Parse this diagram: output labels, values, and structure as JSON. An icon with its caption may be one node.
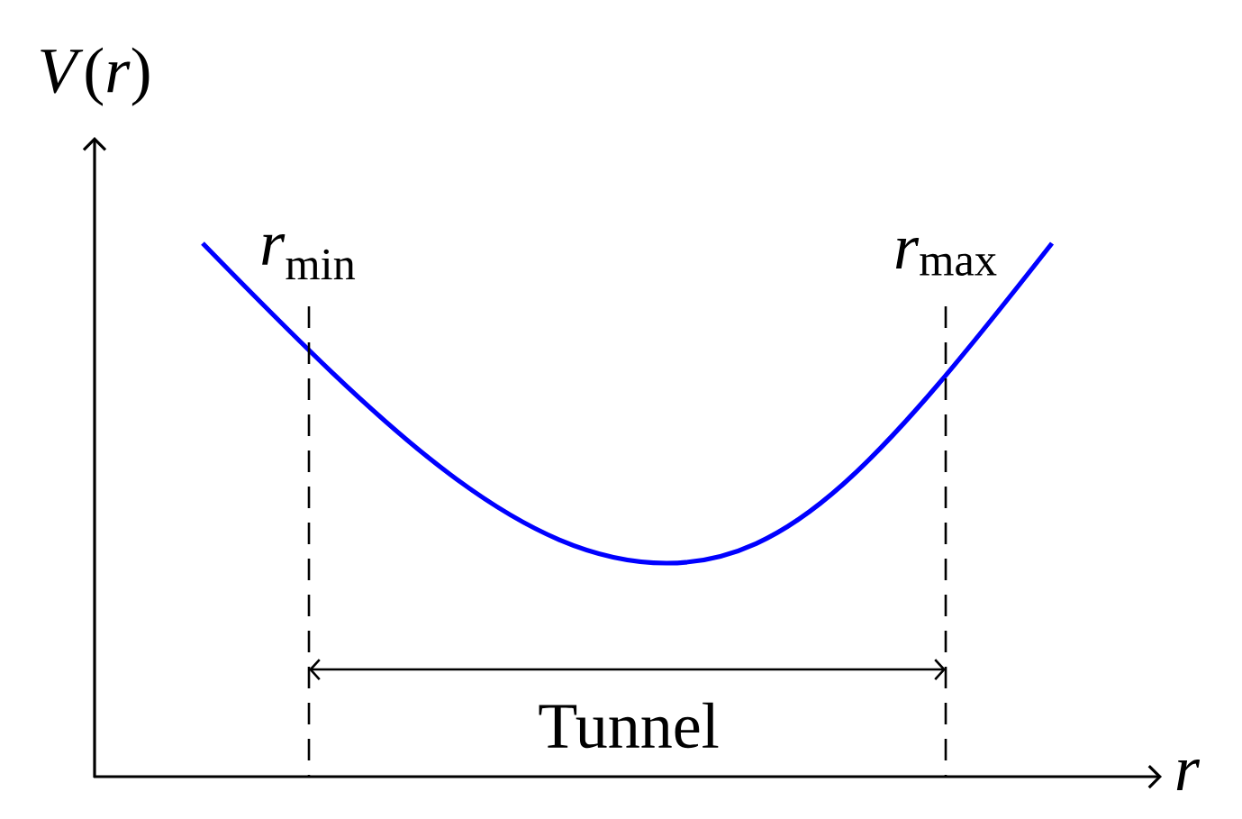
{
  "diagram": {
    "labels": [
      "*V*(*r*)",
      "*r*",
      "*r*$_{min}$",
      "*r*$_{max}$",
      "Tunnel"
    ]
  }
}
